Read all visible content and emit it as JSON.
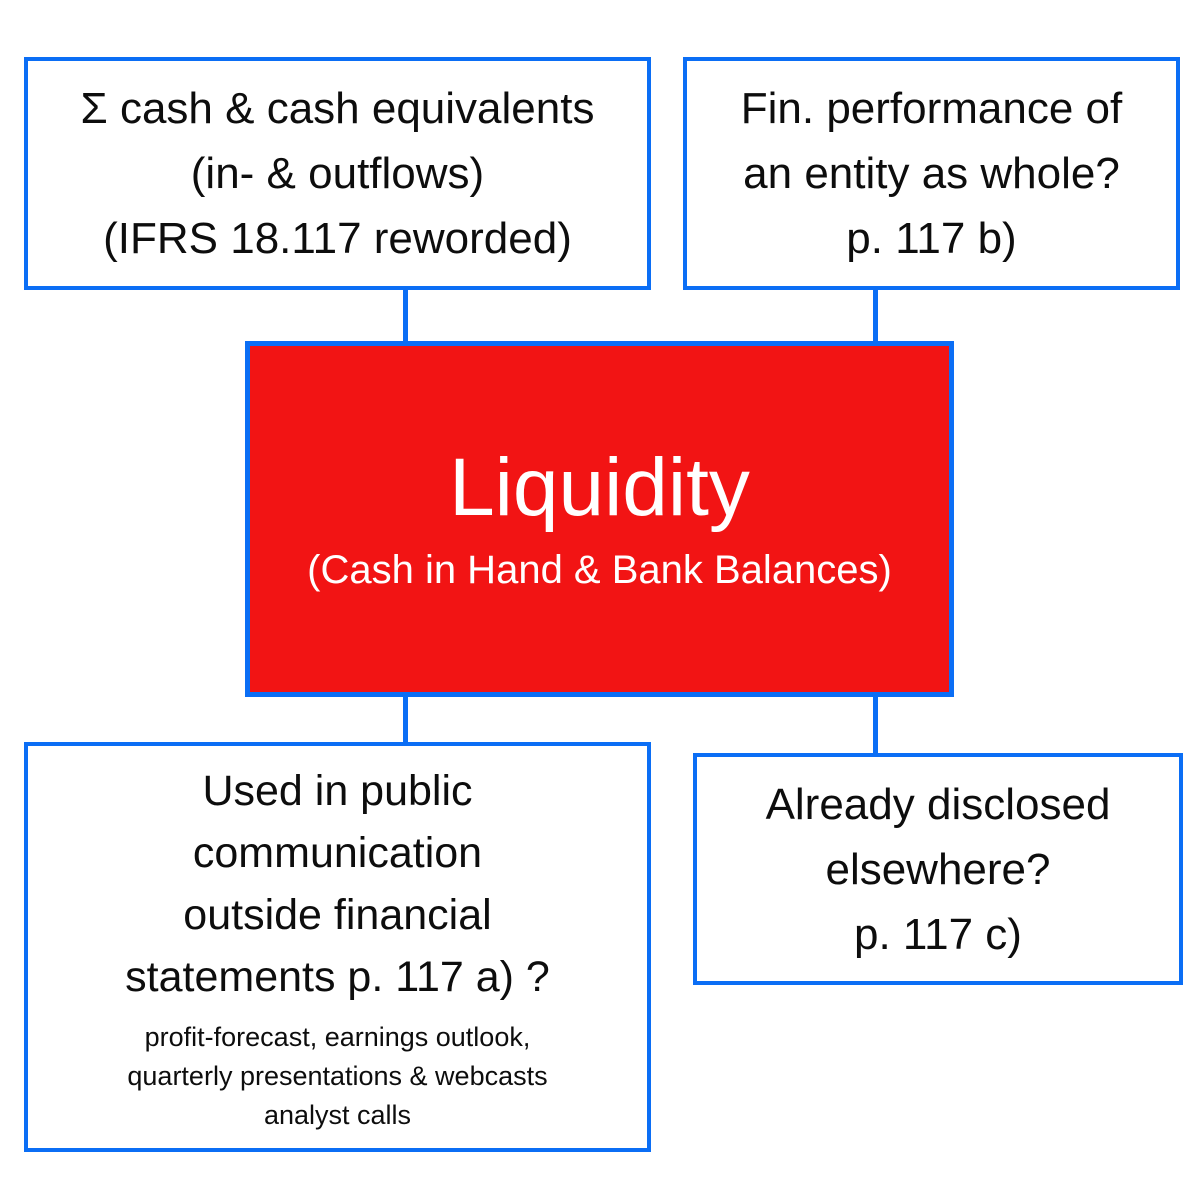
{
  "colors": {
    "accent_blue": "#0b6ef5",
    "box_red": "#f21414",
    "text_dark": "#0d0d0d",
    "text_white": "#ffffff"
  },
  "boxes": {
    "top_left": {
      "text": "Σ cash & cash equivalents\n(in- & outflows)\n(IFRS 18.117 reworded)"
    },
    "top_right": {
      "text": "Fin. performance of\nan entity as whole?\np. 117 b)"
    },
    "center": {
      "title": "Liquidity",
      "subtitle": "(Cash in Hand & Bank Balances)"
    },
    "bottom_left": {
      "text": "Used in public\ncommunication\noutside financial\nstatements p. 117 a) ?",
      "subtext": "profit-forecast, earnings outlook,\nquarterly presentations & webcasts\nanalyst calls"
    },
    "bottom_right": {
      "text": "Already disclosed\nelsewhere?\np. 117 c)"
    }
  }
}
